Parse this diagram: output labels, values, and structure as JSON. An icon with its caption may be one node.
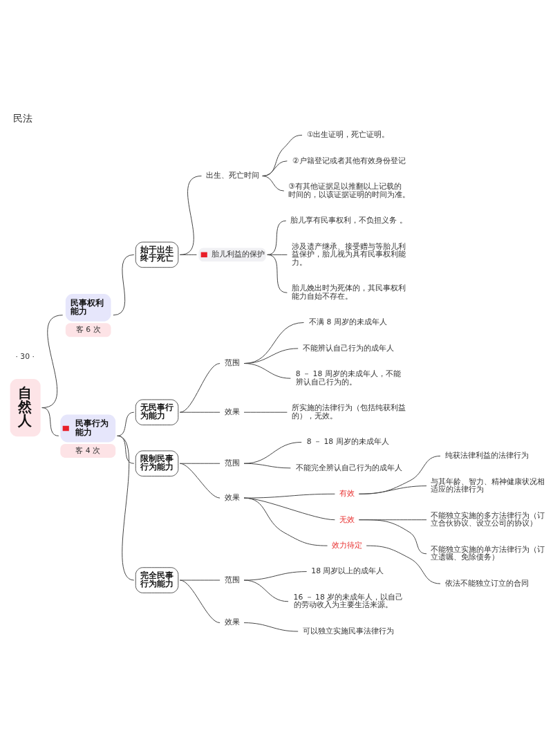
{
  "diagram": {
    "title": "民法",
    "nodes": [
      {
        "text": [
          "自然人"
        ]
      },
      {
        "text": [
          "民事权利能力"
        ],
        "beside": [
          "客 6 次"
        ]
      },
      {
        "text": [
          "始于出生终于死亡"
        ]
      },
      {
        "text": [
          "出生、死亡时间"
        ]
      },
      {
        "text": [
          "①出生证明，死亡证明。"
        ]
      },
      {
        "text": [
          "②户籍登记或者其他有效身份登记"
        ]
      },
      {
        "text": [
          "③有其他证据足以推翻以上记载的时间的，以该证据证明的时间为准。"
        ]
      },
      {
        "text": [
          "胎儿利益的保护"
        ]
      },
      {
        "text": [
          "胎儿享有民事权利，不负担义务 。"
        ]
      },
      {
        "text": [
          "涉及遗产继承、接受赠与等胎儿利益保护，胎儿视为具有民事权利能力。"
        ]
      },
      {
        "text": [
          "胎儿娩出时为死体的，其民事权利能力自始不存在。"
        ]
      },
      {
        "text": [
          "民事行为能力"
        ],
        "beside": [
          "客 4 次"
        ]
      },
      {
        "text": [
          "无民事行为能力"
        ]
      },
      {
        "text": [
          "范围"
        ]
      },
      {
        "text": [
          "不满 8 周岁的未成年人"
        ]
      },
      {
        "text": [
          "不能辨认自己行为的成年人"
        ]
      },
      {
        "text": [
          "8 － 18 周岁的未成年人，不能辨认自己行为的。"
        ]
      },
      {
        "text": [
          "效果"
        ]
      },
      {
        "text": [
          "所实施的法律行为（包括纯获利益的），无效。"
        ]
      },
      {
        "text": [
          "限制民事行为能力"
        ]
      },
      {
        "text": [
          "范围"
        ]
      },
      {
        "text": [
          "8 － 18 周岁的未成年人"
        ]
      },
      {
        "text": [
          "不能完全辨认自己行为的成年人"
        ]
      },
      {
        "text": [
          "效果"
        ]
      },
      {
        "text": [
          "有效"
        ]
      },
      {
        "text": [
          "纯获法律利益的法律行为"
        ]
      },
      {
        "text": [
          "与其年龄、智力、精神健康状况相适应的法律行为"
        ]
      },
      {
        "text": [
          "无效"
        ]
      },
      {
        "text": [
          "不能独立实施的多方法律行为（订立合伙协议、设立公司的协议）"
        ]
      },
      {
        "text": [
          "不能独立实施的单方法律行为（订立遗嘱、免除债务）"
        ]
      },
      {
        "text": [
          "效力待定"
        ]
      },
      {
        "text": [
          "依法不能独立订立的合同"
        ]
      },
      {
        "text": [
          "完全民事行为能力"
        ]
      },
      {
        "text": [
          "范围"
        ]
      },
      {
        "text": [
          "18 周岁以上的成年人"
        ]
      },
      {
        "text": [
          "16 － 18 岁的未成年人，以自己的劳动收入为主要生活来源。"
        ]
      },
      {
        "text": [
          "效果"
        ]
      },
      {
        "text": [
          "可以独立实施民事法律行为"
        ]
      }
    ],
    "edges": [
      {
        "from": 0,
        "to": 1,
        "arrow": "none"
      },
      {
        "from": 0,
        "to": 11,
        "arrow": "none"
      },
      {
        "from": 1,
        "to": 2,
        "arrow": "none"
      },
      {
        "from": 2,
        "to": 3,
        "arrow": "none"
      },
      {
        "from": 2,
        "to": 7,
        "arrow": "none"
      },
      {
        "from": 3,
        "to": 4,
        "arrow": "none"
      },
      {
        "from": 3,
        "to": 5,
        "arrow": "none"
      },
      {
        "from": 3,
        "to": 6,
        "arrow": "none"
      },
      {
        "from": 7,
        "to": 8,
        "arrow": "none"
      },
      {
        "from": 7,
        "to": 9,
        "arrow": "none"
      },
      {
        "from": 7,
        "to": 10,
        "arrow": "none"
      },
      {
        "from": 11,
        "to": 12,
        "arrow": "none"
      },
      {
        "from": 11,
        "to": 19,
        "arrow": "none"
      },
      {
        "from": 11,
        "to": 32,
        "arrow": "none"
      },
      {
        "from": 12,
        "to": 13,
        "arrow": "none"
      },
      {
        "from": 12,
        "to": 17,
        "arrow": "none"
      },
      {
        "from": 13,
        "to": 14,
        "arrow": "none"
      },
      {
        "from": 13,
        "to": 15,
        "arrow": "none"
      },
      {
        "from": 13,
        "to": 16,
        "arrow": "none"
      },
      {
        "from": 17,
        "to": 18,
        "arrow": "none"
      },
      {
        "from": 19,
        "to": 20,
        "arrow": "none"
      },
      {
        "from": 19,
        "to": 23,
        "arrow": "none"
      },
      {
        "from": 20,
        "to": 21,
        "arrow": "none"
      },
      {
        "from": 20,
        "to": 22,
        "arrow": "none"
      },
      {
        "from": 23,
        "to": 24,
        "arrow": "none"
      },
      {
        "from": 23,
        "to": 27,
        "arrow": "none"
      },
      {
        "from": 23,
        "to": 30,
        "arrow": "none"
      },
      {
        "from": 24,
        "to": 25,
        "arrow": "none"
      },
      {
        "from": 24,
        "to": 26,
        "arrow": "none"
      },
      {
        "from": 27,
        "to": 28,
        "arrow": "none"
      },
      {
        "from": 27,
        "to": 29,
        "arrow": "none"
      },
      {
        "from": 30,
        "to": 31,
        "arrow": "none"
      },
      {
        "from": 32,
        "to": 33,
        "arrow": "none"
      },
      {
        "from": 32,
        "to": 36,
        "arrow": "none"
      },
      {
        "from": 33,
        "to": 34,
        "arrow": "none"
      },
      {
        "from": 33,
        "to": 35,
        "arrow": "none"
      },
      {
        "from": 36,
        "to": 37,
        "arrow": "none"
      }
    ],
    "labels": [
      "· 30 ·"
    ]
  }
}
